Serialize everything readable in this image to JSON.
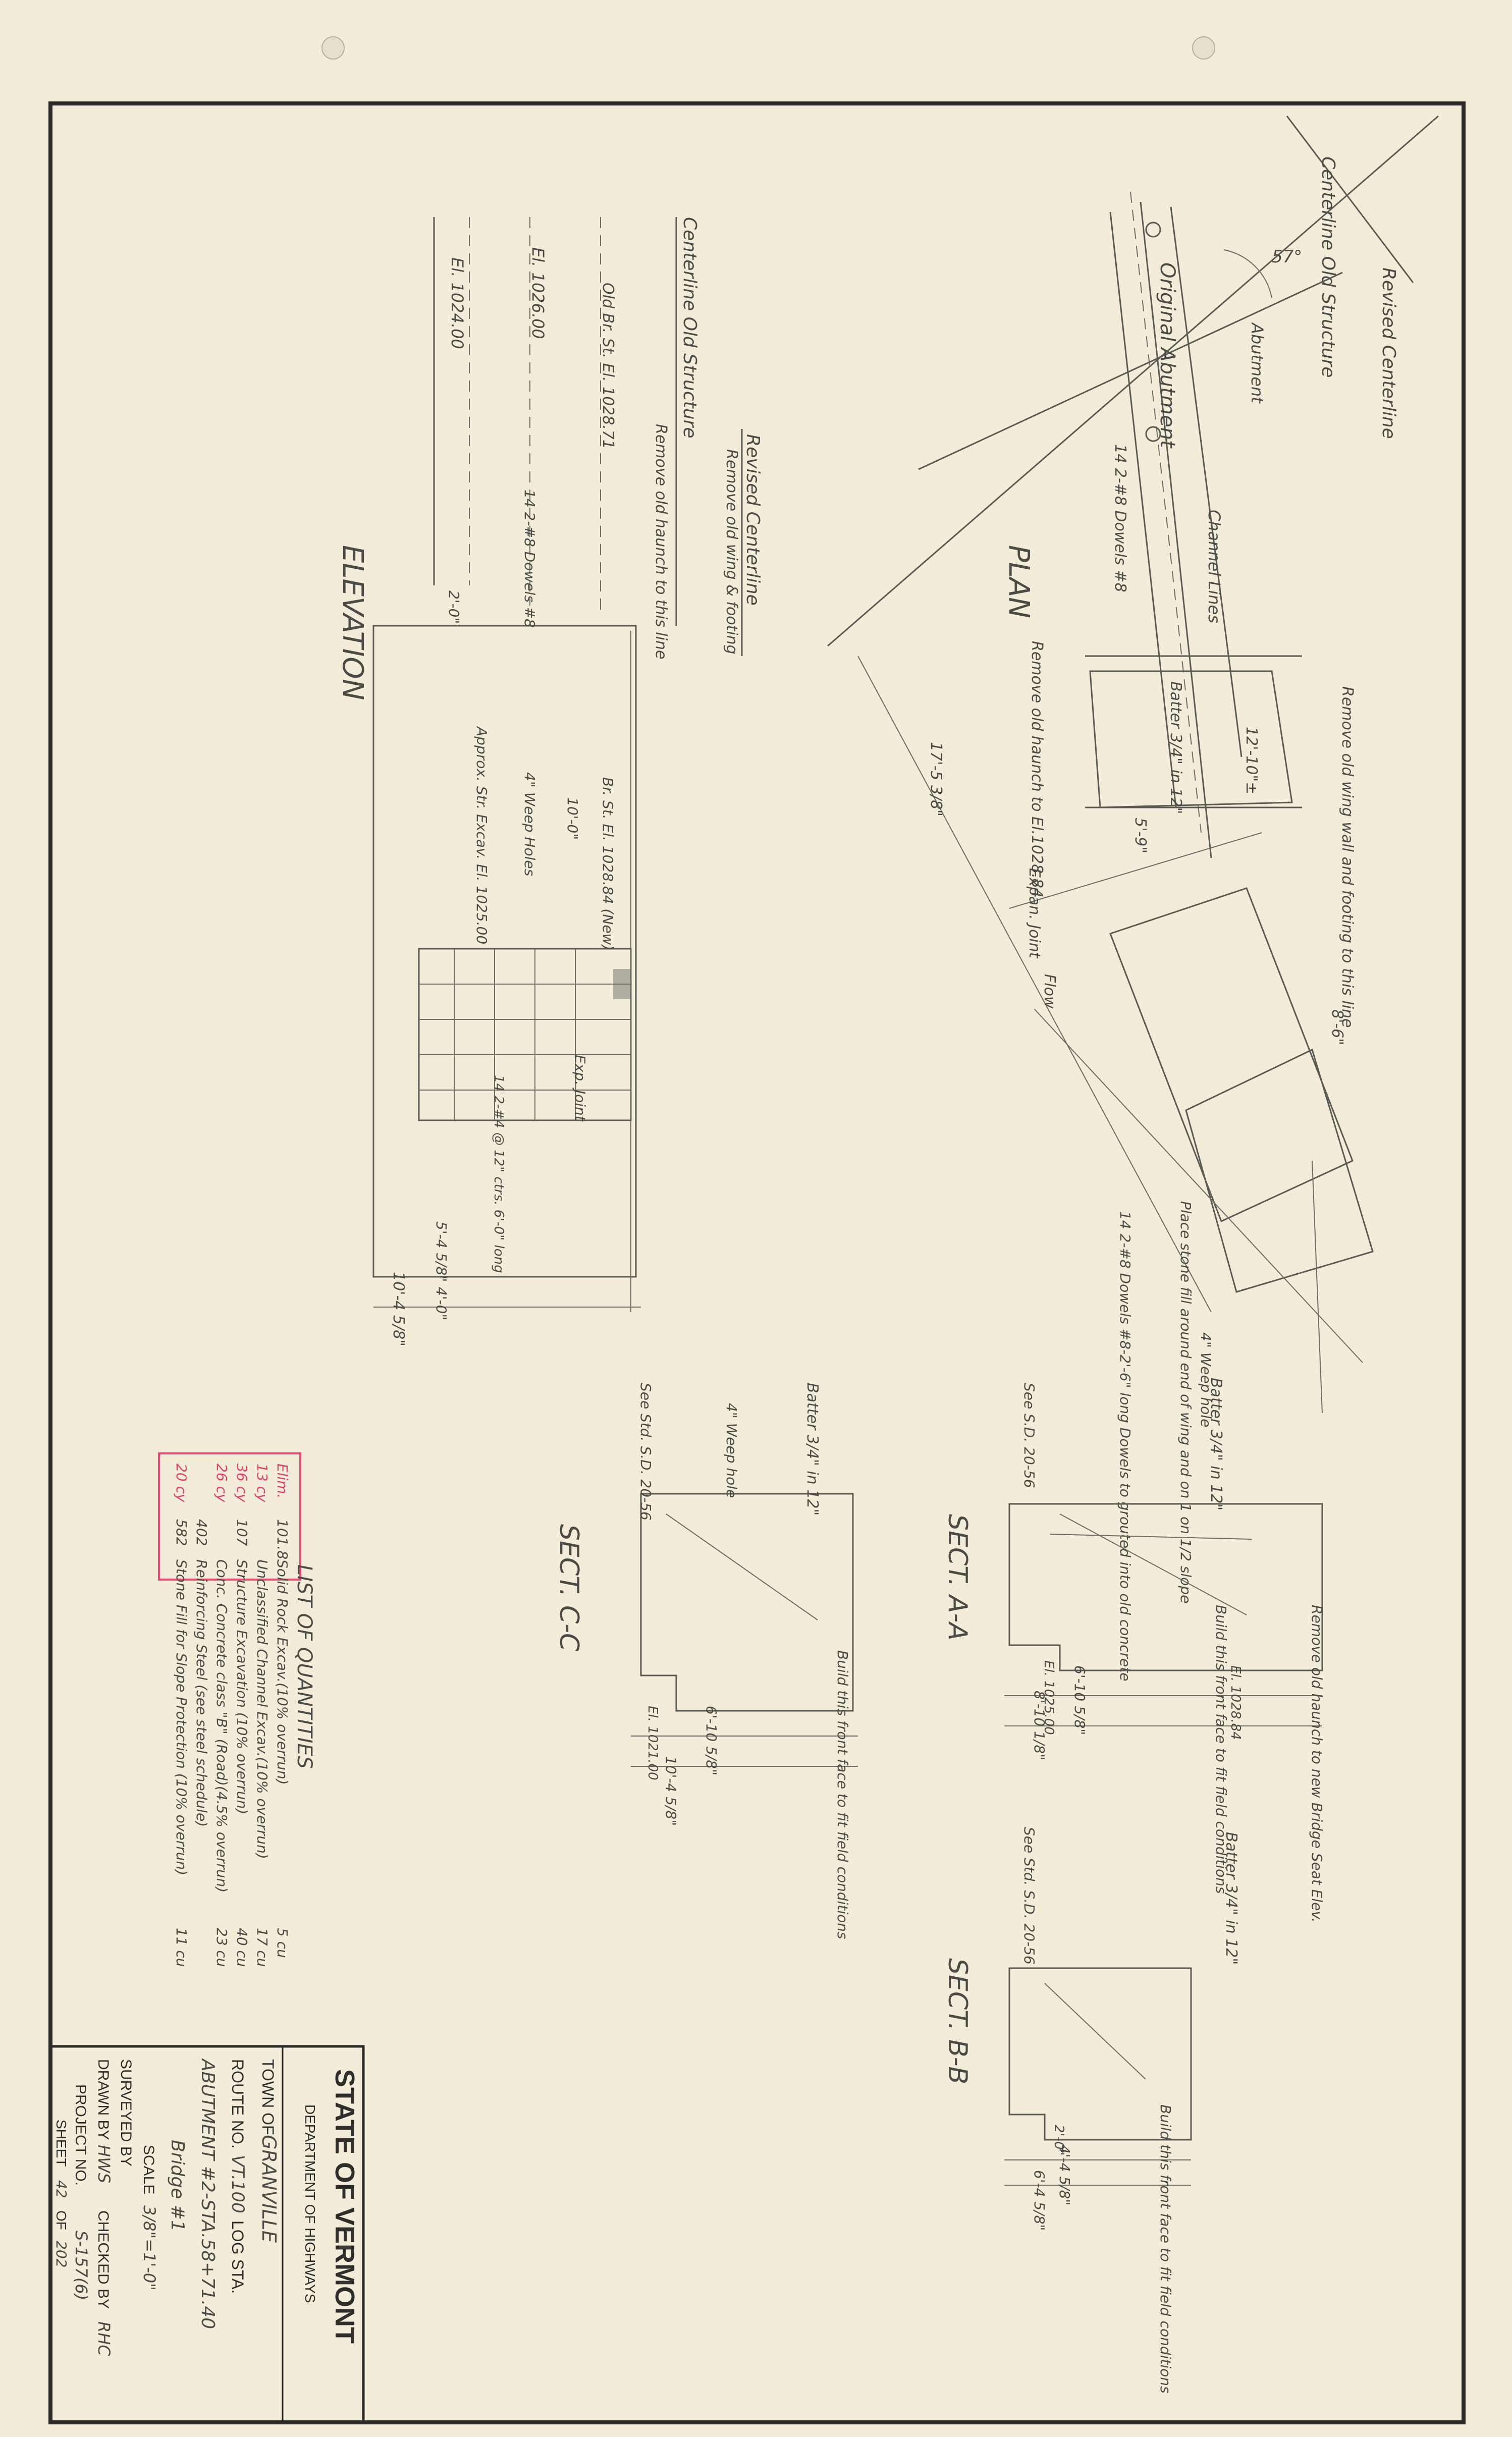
{
  "title_block": {
    "state": "STATE OF VERMONT",
    "department": "DEPARTMENT OF HIGHWAYS",
    "town_label": "TOWN OF",
    "town_value": "GRANVILLE",
    "route_label": "ROUTE NO.",
    "route_value": "VT.100",
    "log_label": "LOG STA.",
    "subject_1": "ABUTMENT #2-STA.58+71.40",
    "subject_2": "Bridge #1",
    "scale_label": "SCALE",
    "scale_value": "3/8\"=1'-0\"",
    "surveyed_label": "SURVEYED BY",
    "drawn_label": "DRAWN BY",
    "drawn_value": "HWS",
    "checked_label": "CHECKED BY",
    "checked_value": "RHC",
    "project_label": "PROJECT NO.",
    "project_value": "S-157(6)",
    "sheet_label": "SHEET",
    "sheet_value": "42",
    "of_label": "OF",
    "of_value": "202"
  },
  "quantities": {
    "header": "LIST OF QUANTITIES",
    "items": [
      {
        "red": "Elim.",
        "num": "101.8",
        "desc": "Solid Rock Excav.(10% overrun)",
        "qty": "5 cu"
      },
      {
        "red": "13 cy",
        "num": "",
        "desc": "Unclassified Channel Excav.(10% overrun)",
        "qty": "17 cu"
      },
      {
        "red": "36 cy",
        "num": "107",
        "desc": "Structure Excavation (10% overrun)",
        "qty": "40 cu"
      },
      {
        "red": "26 cy",
        "num": "",
        "desc": "Conc. Concrete class \"B\" (Road)(4.5% overrun)",
        "qty": "23 cu"
      },
      {
        "red": "",
        "num": "402",
        "desc": "Reinforcing Steel (see steel schedule)",
        "qty": ""
      },
      {
        "red": "20 cy",
        "num": "582",
        "desc": "Stone Fill for Slope Protection (10% overrun)",
        "qty": "11 cu"
      }
    ]
  },
  "views": {
    "plan": "PLAN",
    "elevation": "ELEVATION",
    "sect_aa": "SECT. A-A",
    "sect_bb": "SECT. B-B",
    "sect_cc": "SECT. C-C"
  },
  "plan_notes": {
    "centerline_old": "Centerline Old Structure",
    "revised_centerline": "Revised Centerline",
    "original_abutment": "Original Abutment",
    "abutment": "Abutment",
    "channel_lines": "Channel Lines",
    "dowels": "14 2-#8 Dowels #8",
    "remove_haunch": "Remove old haunch to El.1028.84",
    "remove_wing": "Remove old wing wall and footing to this line",
    "batter": "Batter 3/4\" in 12\"",
    "flow": "Flow",
    "exp_joint": "Expan. Joint",
    "place_stone": "Place stone fill around end of wing and on 1 on 1/2 slope",
    "dowels_2": "14 2-#8 Dowels #8-2'-6\" long Dowels to grouted into old concrete",
    "weep": "4\" Weep hole",
    "angle_57": "57°",
    "dim_17": "17'-5 3/8\"",
    "dim_5_9": "5'-9\"",
    "dim_12_10": "12'-10\"±",
    "dim_8_6": "8'-6\""
  },
  "elev_notes": {
    "centerline_old": "Centerline Old Structure",
    "revised_centerline": "Revised Centerline",
    "remove_haunch": "Remove old haunch to this line",
    "remove_wing": "Remove old wing & footing",
    "old_br": "Old Br. St. El. 1028.71",
    "el_1026": "El. 1026.00",
    "el_1024": "El. 1024.00",
    "dowels": "14 2-#8 Dowels #8",
    "weep": "4\" Weep Holes",
    "approx": "Approx. Str. Excav. El. 1025.00",
    "new_seat": "Br. St. El. 1028.84 (New)",
    "dim_10": "10'-0\"",
    "dim_2": "2'-0\"",
    "dim_total": "10'-4 5/8\"",
    "dim_5": "5'-4 5/8\"",
    "dim_4": "4'-0\"",
    "bars": "14 2-#4 @ 12\" ctrs. 6'-0\" long",
    "exp_joint": "Exp. Joint"
  },
  "section_notes": {
    "batter_aa": "Batter 3/4\" in 12\"",
    "build_front": "Build this front face to fit field conditions",
    "remove_old": "Remove old haunch to new Bridge Seat Elev.",
    "see_std_aa": "See S.D. 20-56",
    "see_std_bb": "See Std. S.D. 20-56",
    "see_std_cc": "See Std. S.D. 20-56",
    "dim_8_10": "8'-10 1/8\"",
    "dim_6_10": "6'-10 5/8\"",
    "dim_10_4": "10'-4 5/8\"",
    "dim_4_4": "4'-4 5/8\"",
    "dim_6_4": "6'-4 5/8\"",
    "dim_2_0": "2'-0\"",
    "el_1028": "El. 1028.84",
    "el_1025": "El. 1025.00",
    "el_1021": "El. 1021.00"
  }
}
